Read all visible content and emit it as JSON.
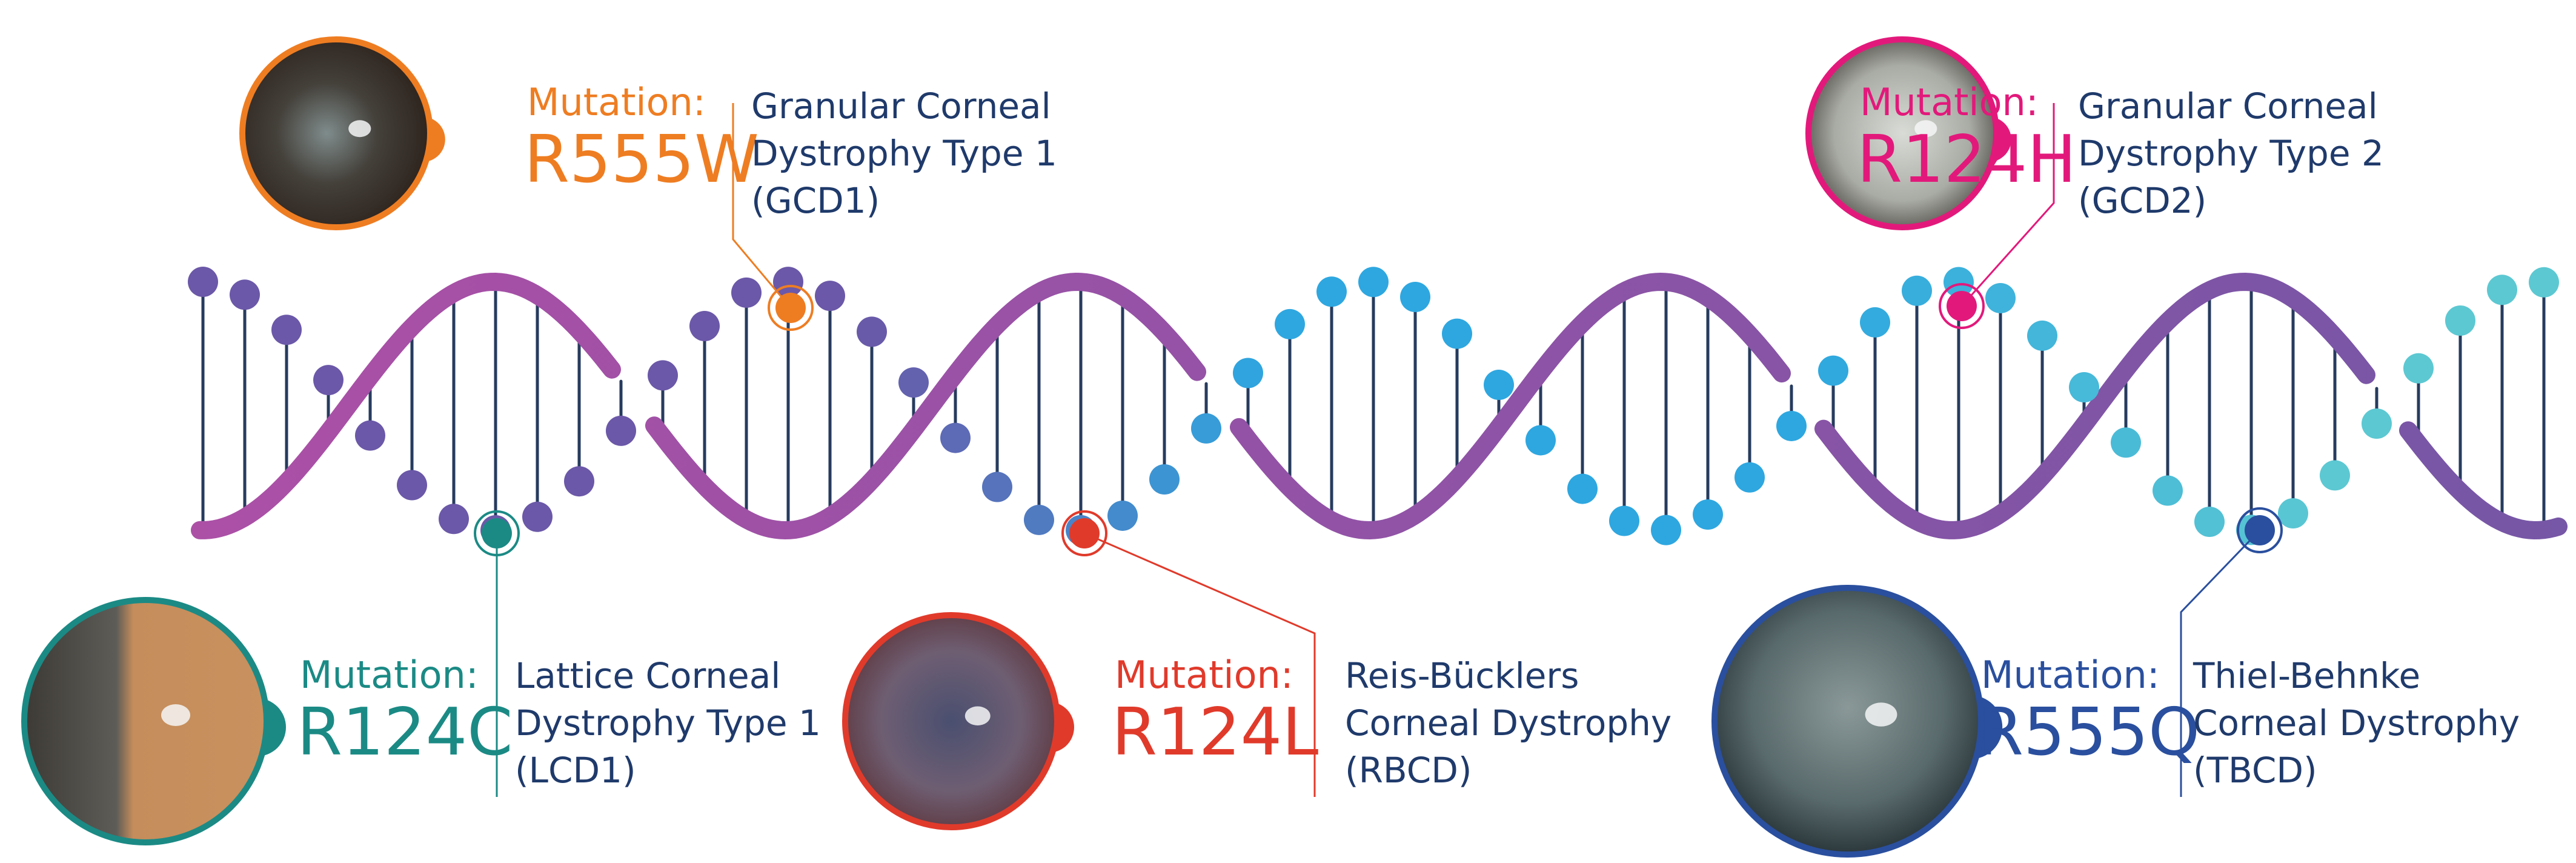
{
  "mutations": [
    {
      "key": "r555w",
      "mutation_label": "Mutation:",
      "code": "R555W",
      "disease_lines": [
        "Granular Corneal",
        "Dystrophy Type 1",
        "(GCD1)"
      ],
      "color": "#ee7d22",
      "image": "corneal-photo-r555w"
    },
    {
      "key": "r124h",
      "mutation_label": "Mutation:",
      "code": "R124H",
      "disease_lines": [
        "Granular Corneal",
        "Dystrophy Type 2",
        "(GCD2)"
      ],
      "color": "#e2197b",
      "image": "corneal-photo-r124h"
    },
    {
      "key": "r124c",
      "mutation_label": "Mutation:",
      "code": "R124C",
      "disease_lines": [
        "Lattice Corneal",
        "Dystrophy Type 1",
        "(LCD1)"
      ],
      "color": "#1b8a85",
      "image": "corneal-photo-r124c"
    },
    {
      "key": "r124l",
      "mutation_label": "Mutation:",
      "code": "R124L",
      "disease_lines": [
        "Reis-Bücklers",
        "Corneal Dystrophy",
        "(RBCD)"
      ],
      "color": "#e03a2b",
      "image": "corneal-photo-r124l"
    },
    {
      "key": "r555q",
      "mutation_label": "Mutation:",
      "code": "R555Q",
      "disease_lines": [
        "Thiel-Behnke",
        "Corneal Dystrophy",
        "(TBCD)"
      ],
      "color": "#2a4f9e",
      "image": "corneal-photo-r555q"
    }
  ],
  "colors": {
    "text": "#1f3a6b",
    "rung": "#263b5e",
    "backbone_start": "#b04fa6",
    "backbone_end": "#7656a6",
    "bead_start": "#6b58a8",
    "bead_mid": "#2ea7e0",
    "bead_end": "#5cc8d2"
  },
  "icons": [
    "dna-helix-icon",
    "mutation-marker-icon"
  ]
}
